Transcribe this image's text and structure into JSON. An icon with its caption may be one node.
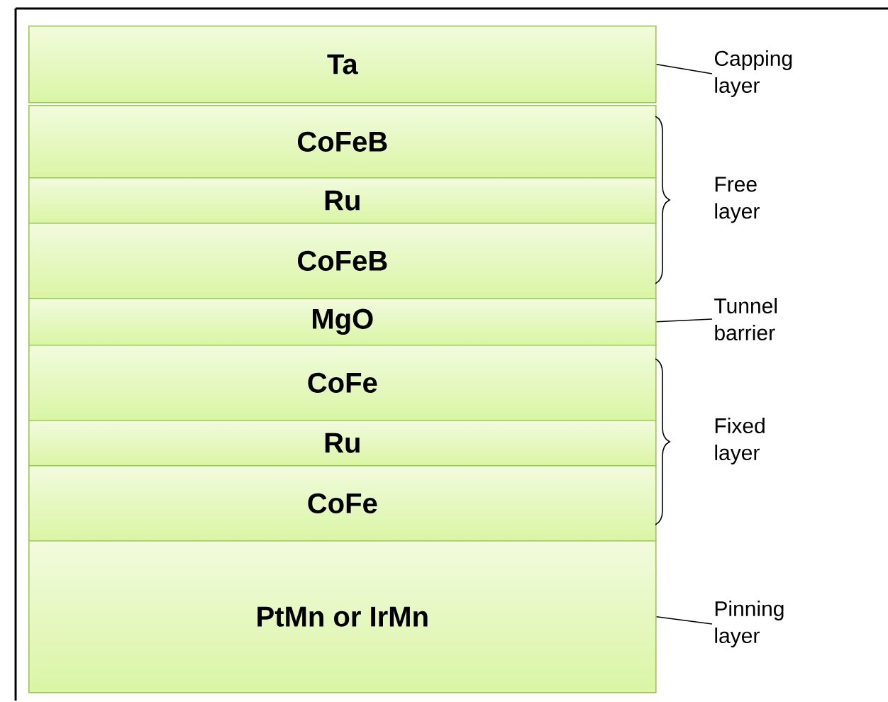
{
  "diagram": {
    "nodes": [
      {
        "text": [
          "Ta"
        ]
      },
      {
        "text": [
          "CoFeB"
        ]
      },
      {
        "text": [
          "Ru"
        ]
      },
      {
        "text": [
          "CoFeB"
        ]
      },
      {
        "text": [
          "MgO"
        ]
      },
      {
        "text": [
          "CoFe"
        ]
      },
      {
        "text": [
          "Ru"
        ]
      },
      {
        "text": [
          "CoFe"
        ]
      },
      {
        "text": [
          "PtMn or IrMn"
        ]
      },
      {
        "text": [
          "Capping layer"
        ]
      },
      {
        "text": [
          "Tunnel barrier"
        ]
      },
      {
        "text": [
          "Pinning layer"
        ]
      }
    ],
    "edges": [
      {
        "from": 9,
        "to": 0,
        "arrow": "none"
      },
      {
        "from": 10,
        "to": 4,
        "arrow": "none"
      },
      {
        "from": 11,
        "to": 8,
        "arrow": "none"
      }
    ],
    "labels": [
      "Free layer",
      "Fixed layer"
    ]
  }
}
